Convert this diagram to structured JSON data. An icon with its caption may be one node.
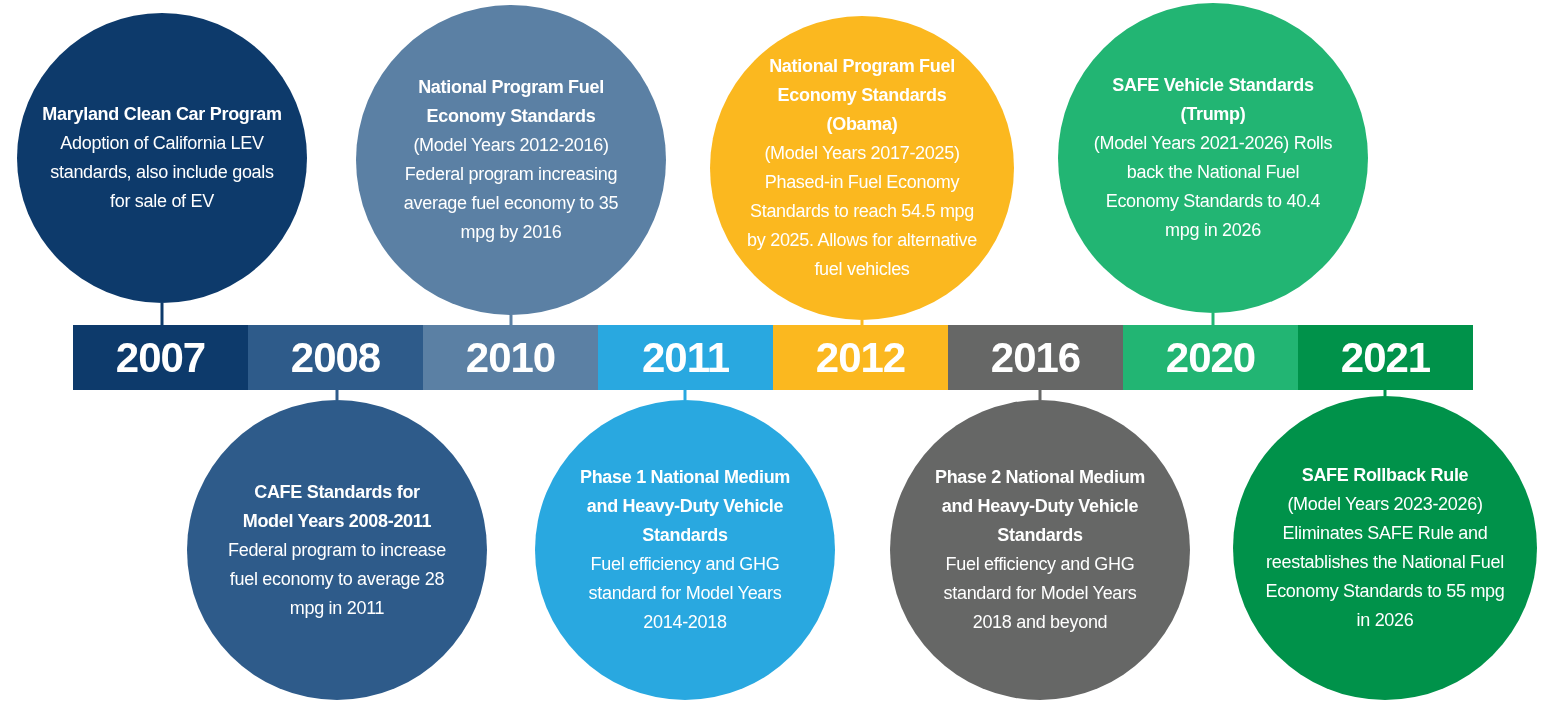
{
  "diagram": {
    "nodes": [
      {
        "text": [
          "Maryland Clean Car Program",
          "Adoption of California LEV standards, also include goals for sale of EV"
        ]
      },
      {
        "text": [
          "National Program Fuel Economy Standards",
          "(Model Years 2012-2016) Federal program increasing average fuel economy to 35 mpg by 2016"
        ]
      },
      {
        "text": [
          "National Program Fuel Economy Standards (Obama)",
          "(Model Years 2017-2025) Phased-in Fuel Economy Standards to reach 54.5 mpg by 2025. Allows for alternative fuel vehicles"
        ]
      },
      {
        "text": [
          "SAFE Vehicle Standards (Trump)",
          "(Model Years 2021-2026) Rolls back the National Fuel Economy Standards to 40.4 mpg in 2026"
        ]
      },
      {
        "text": [
          "2007"
        ]
      },
      {
        "text": [
          "2008"
        ]
      },
      {
        "text": [
          "2010"
        ]
      },
      {
        "text": [
          "2011"
        ]
      },
      {
        "text": [
          "2012"
        ]
      },
      {
        "text": [
          "2016"
        ]
      },
      {
        "text": [
          "2020"
        ]
      },
      {
        "text": [
          "2021"
        ]
      },
      {
        "text": [
          "CAFE Standards for Model Years 2008-2011",
          "Federal program to increase fuel economy to average 28 mpg in 2011"
        ]
      },
      {
        "text": [
          "Phase 1 National Medium and Heavy-Duty Vehicle Standards",
          "Fuel efficiency and GHG standard for Model Years 2014-2018"
        ]
      },
      {
        "text": [
          "Phase 2 National Medium and Heavy-Duty Vehicle Standards",
          "Fuel efficiency and GHG standard for Model Years 2018 and beyond"
        ]
      },
      {
        "text": [
          "SAFE Rollback Rule",
          "(Model Years 2023-2026) Eliminates SAFE Rule and reestablishes the National Fuel Economy Standards to 55 mpg in 2026"
        ]
      }
    ],
    "edges": [
      {
        "from": 0,
        "to": 4,
        "arrow": "none",
        "color": "#0d3a6b"
      },
      {
        "from": 1,
        "to": 6,
        "arrow": "none",
        "color": "#5b80a4"
      },
      {
        "from": 2,
        "to": 8,
        "arrow": "none",
        "color": "#fbb81f"
      },
      {
        "from": 3,
        "to": 10,
        "arrow": "none",
        "color": "#22b573"
      },
      {
        "from": 12,
        "to": 5,
        "arrow": "none",
        "color": "#2e5b8a"
      },
      {
        "from": 13,
        "to": 7,
        "arrow": "none",
        "color": "#29a8e0"
      },
      {
        "from": 14,
        "to": 9,
        "arrow": "none",
        "color": "#666766"
      },
      {
        "from": 15,
        "to": 11,
        "arrow": "none",
        "color": "#00924a"
      }
    ]
  }
}
